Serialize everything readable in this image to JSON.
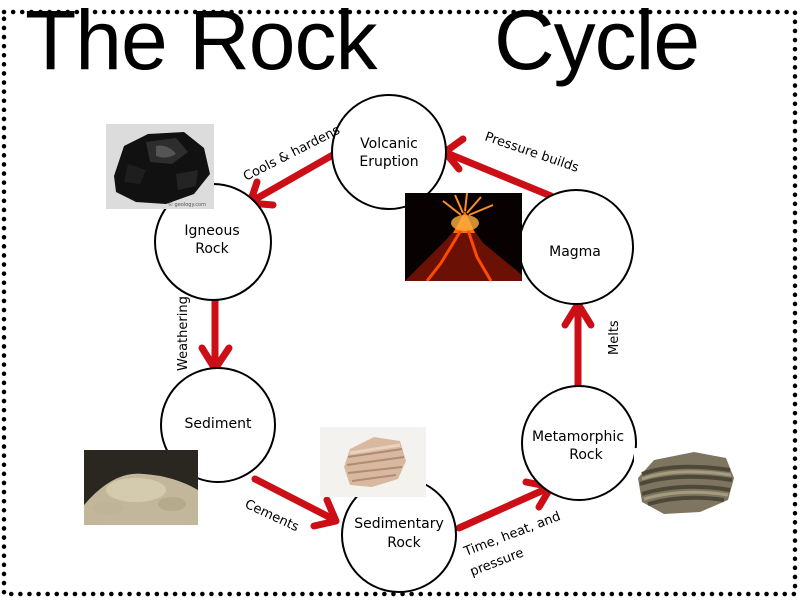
{
  "title": {
    "part1": "The Rock",
    "part2": "Cycle"
  },
  "nodes": {
    "volcanic": {
      "line1": "Volcanic",
      "line2": "Eruption"
    },
    "igneous": {
      "line1": "Igneous",
      "line2": "Rock"
    },
    "magma": {
      "line1": "Magma"
    },
    "sediment": {
      "line1": "Sediment"
    },
    "sedimentary": {
      "line1": "Sedimentary",
      "line2": "Rock"
    },
    "metamorphic": {
      "line1": "Metamorphic",
      "line2": "Rock"
    }
  },
  "edges": {
    "cools": "Cools & hardens",
    "pressure": "Pressure builds",
    "weathering": "Weathering",
    "melts": "Melts",
    "cements": "Cements",
    "time1": "Time, heat, and",
    "time2": "pressure"
  },
  "credits": {
    "obsidian": "© geology.com"
  },
  "colors": {
    "arrow": "#cc0f16",
    "dots": "#000000",
    "node_stroke": "#000000"
  },
  "photos": [
    "obsidian-photo",
    "volcano-photo",
    "sediment-photo",
    "sandstone-photo",
    "gneiss-photo"
  ]
}
